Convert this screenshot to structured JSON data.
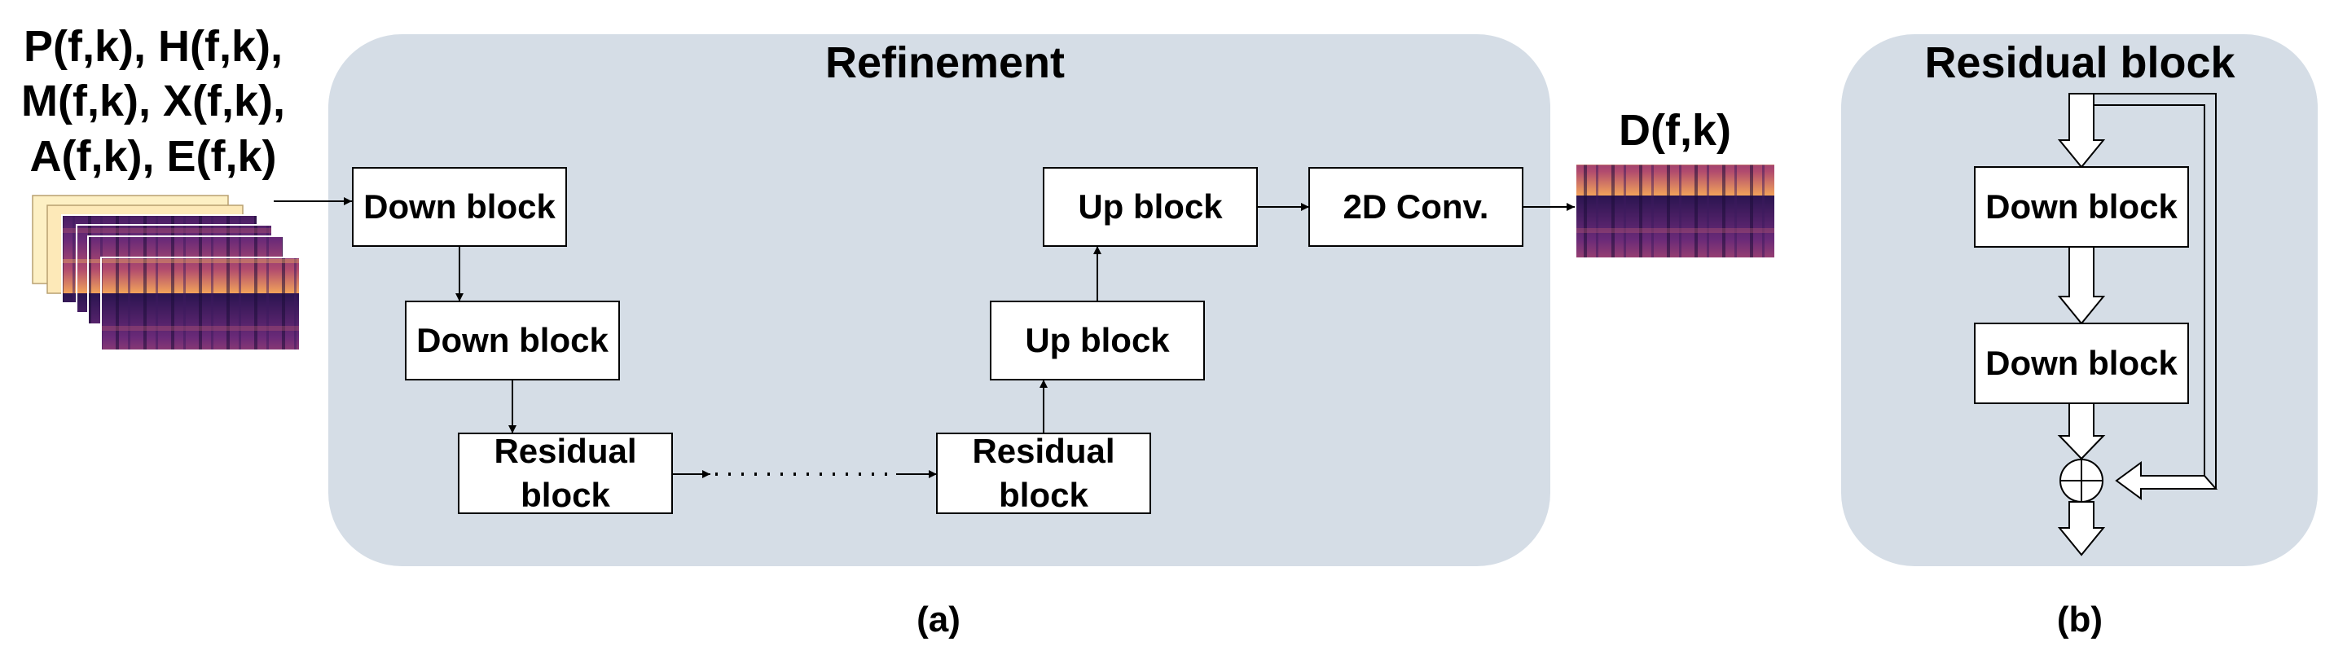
{
  "input": {
    "line1": "P(f,k), H(f,k),",
    "line2": "M(f,k), X(f,k),",
    "line3": "A(f,k), E(f,k)"
  },
  "output": {
    "label": "D(f,k)"
  },
  "refinement": {
    "title": "Refinement",
    "down_block_1": "Down block",
    "down_block_2": "Down block",
    "residual_left": [
      "Residual",
      "block"
    ],
    "residual_right": [
      "Residual",
      "block"
    ],
    "up_block_1": "Up block",
    "up_block_2": "Up block",
    "conv": "2D Conv."
  },
  "residual_panel": {
    "title": "Residual block",
    "down_block_1": "Down block",
    "down_block_2": "Down block"
  },
  "captions": {
    "a": "(a)",
    "b": "(b)"
  },
  "colors": {
    "panel_background": "#d5dde6",
    "spectrogram_dark": "#2a1450",
    "spectrogram_mid": "#8e3a80",
    "spectrogram_light": "#f2a35a",
    "stack_back": "#fdf0c4"
  }
}
